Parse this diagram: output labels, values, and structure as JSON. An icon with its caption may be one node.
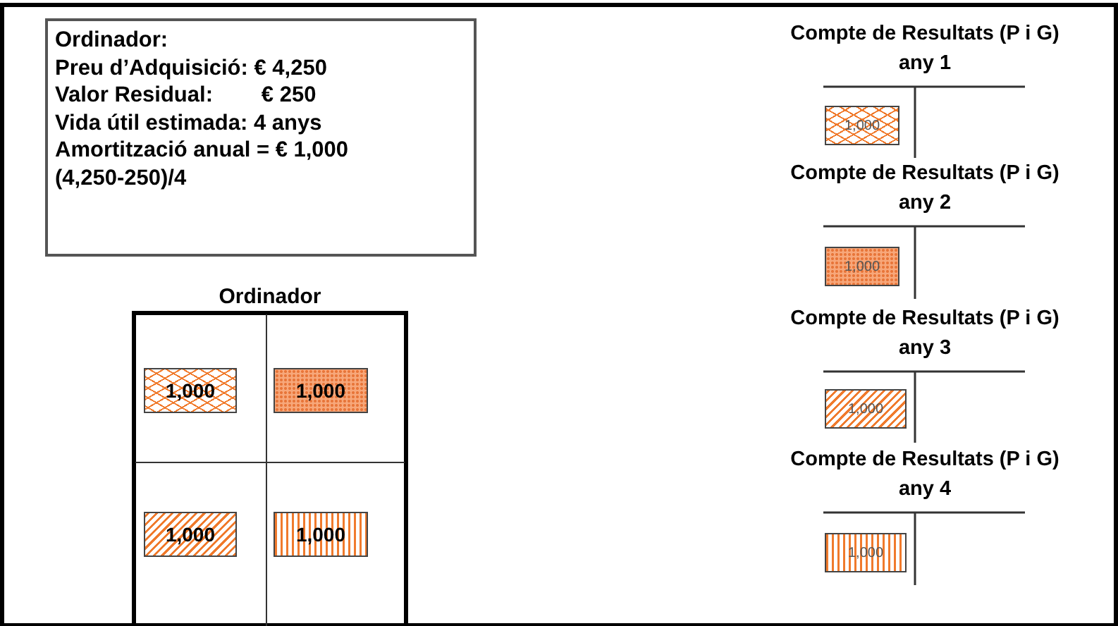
{
  "diagram": {
    "nodes": [
      {
        "text": [
          "Ordinador:",
          "Preu d’Adquisició: € 4,250",
          "Valor Residual:        € 250",
          "Vida útil estimada: 4 anys",
          "Amortització anual = € 1,000",
          "(4,250-250)/4"
        ]
      },
      {
        "text": [
          "Ordinador"
        ]
      },
      {
        "text": [
          "1,000"
        ],
        "in": 1
      },
      {
        "text": [
          "1,000"
        ],
        "in": 1
      },
      {
        "text": [
          "1,000"
        ],
        "in": 1
      },
      {
        "text": [
          "1,000"
        ],
        "in": 1
      },
      {
        "text": [
          "Compte de Resultats (P i G)",
          "any 1"
        ]
      },
      {
        "text": [
          "1,000"
        ],
        "in": 6
      },
      {
        "text": [
          "Compte de Resultats (P i G)",
          "any 2"
        ]
      },
      {
        "text": [
          "1,000"
        ],
        "in": 8
      },
      {
        "text": [
          "Compte de Resultats (P i G)",
          "any 3"
        ]
      },
      {
        "text": [
          "1,000"
        ],
        "in": 10
      },
      {
        "text": [
          "Compte de Resultats (P i G)",
          "any 4"
        ]
      },
      {
        "text": [
          "1,000"
        ],
        "in": 12
      }
    ]
  }
}
